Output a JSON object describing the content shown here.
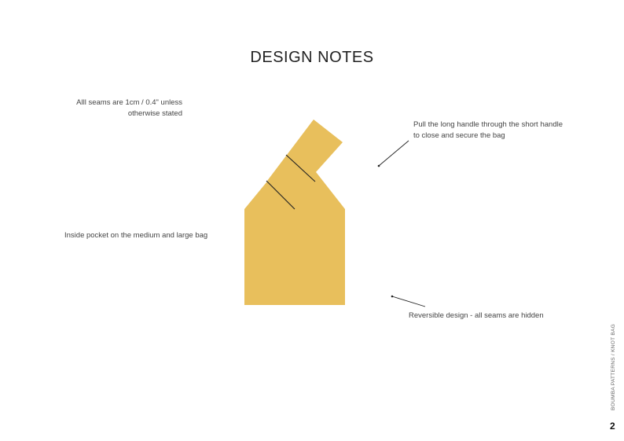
{
  "page": {
    "title": "DESIGN NOTES",
    "side_label": "BOUMBA PATTERNS / KNOT BAG",
    "page_number": "2"
  },
  "notes": {
    "seams": "Alll seams are 1cm /  0.4\" unless otherwise stated",
    "handle": "Pull the long handle through the short handle to close and secure the bag",
    "pocket": "Inside pocket on the medium and large bag",
    "reversible": "Reversible design - all seams are hidden"
  },
  "illustration": {
    "name": "knot-bag",
    "bag_color": "#E8BF5C",
    "line_color": "#222222"
  }
}
